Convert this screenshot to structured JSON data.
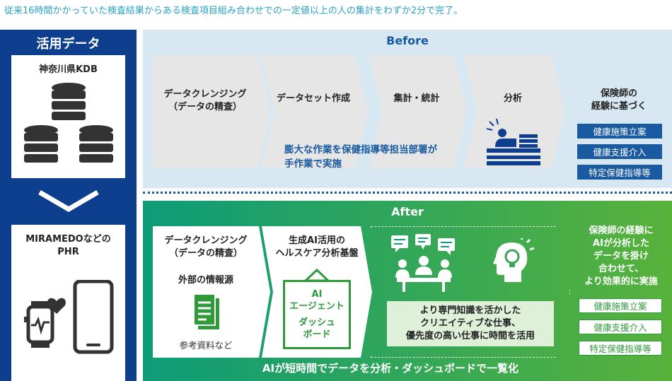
{
  "headline": "従来16時間かかっていた検査結果からある検査項目組み合わせでの一定値以上の人の集計をわずか2分で完了。",
  "data_col": {
    "title": "活用データ",
    "kdb_label": "神奈川県KDB",
    "phr_label_line1": "MIRAMEDOなどの",
    "phr_label_line2": "PHR"
  },
  "before": {
    "title": "Before",
    "steps": [
      {
        "line1": "データクレンジング",
        "line2": "（データの精査）"
      },
      {
        "line1": "データセット作成",
        "line2": ""
      },
      {
        "line1": "集計・統計",
        "line2": ""
      },
      {
        "line1": "分析",
        "line2": ""
      }
    ],
    "note_line1": "膨大な作業を保健指導等担当部署が",
    "note_line2": "手作業で実施",
    "outcome_line1": "保険師の",
    "outcome_line2": "経験に基づく",
    "badges": [
      "健康施策立案",
      "健康支援介入",
      "特定保健指導等"
    ]
  },
  "after": {
    "title": "After",
    "box1_line1": "データクレンジング",
    "box1_line2": "（データの精査）",
    "box1_source": "外部の情報源",
    "box1_caption": "参考資料など",
    "box2_line1": "生成AI活用の",
    "box2_line2": "ヘルスケア分析基盤",
    "agent_line1": "AI",
    "agent_line2": "エージェント",
    "agent_line3": "ダッシュ",
    "agent_line4": "ボード",
    "note_line1": "より専門知識を活かした",
    "note_line2": "クリエイティブな仕事、",
    "note_line3": "優先度の高い仕事に時間を活用",
    "bottom": "AIが短時間でデータを分析・ダッシュボードで一覧化",
    "outcome_line1": "保険師の経験に",
    "outcome_line2": "AIが分析した",
    "outcome_line3": "データを掛け",
    "outcome_line4": "合わせて、",
    "outcome_line5": "より効果的に実施",
    "badges": [
      "健康施策立案",
      "健康支援介入",
      "特定保健指導等"
    ]
  },
  "colors": {
    "navy": "#0e3f8e",
    "before_bg": "#d8e8f2",
    "blue_accent": "#1a5aa0",
    "after_green": "#0d9b78",
    "after_light_green": "#58b23a",
    "headline": "#2aa2c5"
  }
}
